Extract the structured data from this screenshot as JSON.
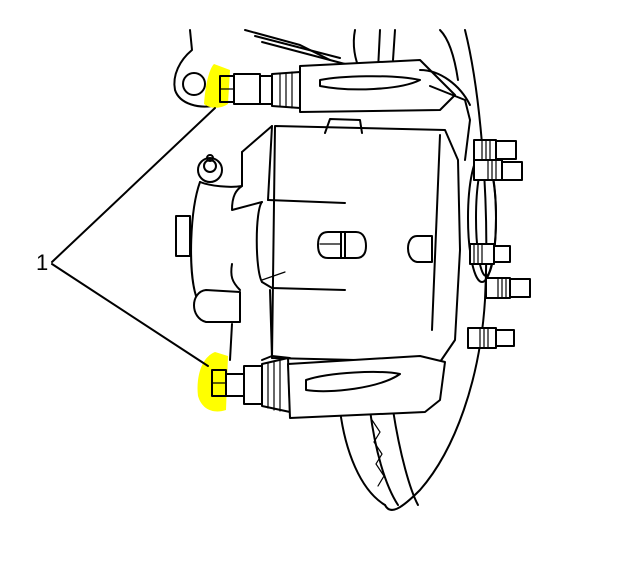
{
  "figure": {
    "subject": "Brake caliper assembly line illustration",
    "background_color": "#ffffff",
    "line_color": "#000000",
    "highlight_color": "#ffff00"
  },
  "callouts": [
    {
      "label": "1",
      "targets": [
        "upper-caliper-bolt",
        "lower-caliper-bolt"
      ]
    }
  ],
  "highlights": [
    {
      "name": "upper-caliper-bolt",
      "color": "#ffff00"
    },
    {
      "name": "lower-caliper-bolt",
      "color": "#ffff00"
    }
  ],
  "wheel_studs": {
    "count": 5
  }
}
